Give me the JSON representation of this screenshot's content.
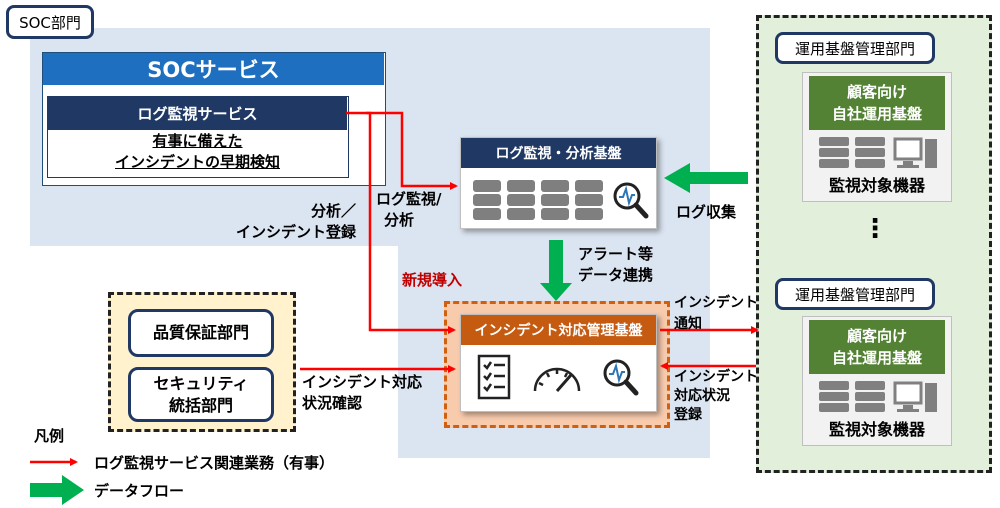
{
  "soc": {
    "dept_label": "SOC部門",
    "service_title": "SOCサービス",
    "log_service": "ログ監視サービス",
    "purpose_line1": "有事に備えた",
    "purpose_line2": "インシデントの早期検知"
  },
  "log_platform": {
    "title": "ログ監視・分析基盤"
  },
  "incident_platform": {
    "new_label": "新規導入",
    "title": "インシデント対応管理基盤"
  },
  "left_depts": {
    "quality": "品質保証部門",
    "security_line1": "セキュリティ",
    "security_line2": "統括部門"
  },
  "ops_units": [
    {
      "dept": "運用基盤管理部門",
      "head_line1": "顧客向け",
      "head_line2": "自社運用基盤",
      "equipment": "監視対象機器"
    },
    {
      "dept": "運用基盤管理部門",
      "head_line1": "顧客向け",
      "head_line2": "自社運用基盤",
      "equipment": "監視対象機器"
    }
  ],
  "ellipsis": "⋮",
  "flow_labels": {
    "analysis_line1": "分析／",
    "analysis_line2": "インシデント登録",
    "log_monitor_line1": "ログ監視/",
    "log_monitor_line2": "分析",
    "log_collect": "ログ収集",
    "alert_line1": "アラート等",
    "alert_line2": "データ連携",
    "notify_line1": "インシデント",
    "notify_line2": "通知",
    "status_reg_line1": "インシデント",
    "status_reg_line2": "対応状況",
    "status_reg_line3": "登録",
    "status_check_line1": "インシデント対応",
    "status_check_line2": "状況確認"
  },
  "legend": {
    "title": "凡例",
    "red_label": "ログ監視サービス関連業務（有事）",
    "green_label": "データフロー"
  },
  "colors": {
    "red_arrow": "#ff0000",
    "green_arrow": "#00b050",
    "navy": "#203864",
    "blue": "#1f6fc0",
    "orange": "#c55a11",
    "green_head": "#548235"
  },
  "icons": [
    "database-icon",
    "magnifier-chart-icon",
    "checklist-icon",
    "gauge-icon",
    "server-icon",
    "monitor-icon"
  ]
}
